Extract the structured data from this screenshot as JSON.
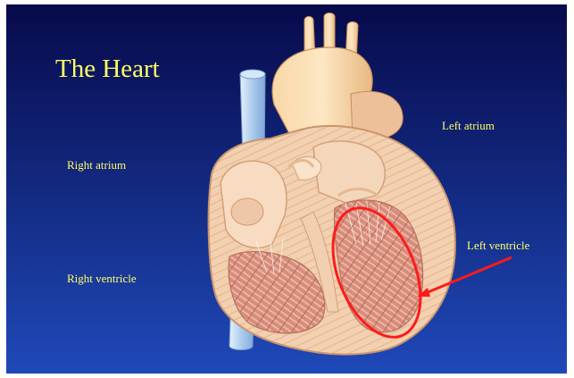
{
  "slide": {
    "title": "The Heart",
    "labels": {
      "left_atrium": "Left atrium",
      "right_atrium": "Right atrium",
      "left_ventricle": "Left ventricle",
      "right_ventricle": "Right ventricle"
    }
  },
  "colors": {
    "background_top": "#070a4a",
    "background_bottom": "#1f49b8",
    "label_text": "#ffff66",
    "highlight": "#ff1a1a",
    "heart_wall": "#f2d0b0",
    "heart_muscle": "#d98c7e",
    "vessel_blue": "#aacbee"
  },
  "highlight": {
    "target": "Left ventricle",
    "shape": "ellipse",
    "pointer": "arrow"
  }
}
